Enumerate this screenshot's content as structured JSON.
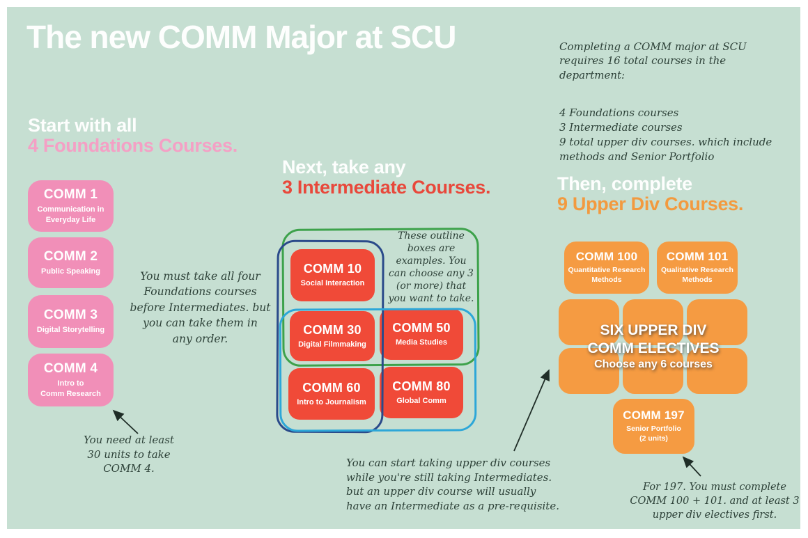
{
  "title": "The new COMM Major at SCU",
  "intro_note": {
    "para1": "Completing a COMM major at SCU\nrequires 16 total courses in the\ndepartment:",
    "para2": "4 Foundations courses\n3 Intermediate courses\n9 total upper div courses. which include\nmethods and Senior Portfolio"
  },
  "foundations": {
    "heading_line1": "Start with all",
    "heading_line2": "4 Foundations Courses.",
    "courses": [
      {
        "code": "COMM 1",
        "name": "Communication in\nEveryday Life"
      },
      {
        "code": "COMM 2",
        "name": "Public Speaking"
      },
      {
        "code": "COMM 3",
        "name": "Digital Storytelling"
      },
      {
        "code": "COMM 4",
        "name": "Intro to\nComm Research"
      }
    ],
    "order_note": "You must take all four\nFoundations courses\nbefore Intermediates. but\nyou can take them in\nany order.",
    "units_note": "You need at least\n30 units to take\nCOMM 4."
  },
  "intermediates": {
    "heading_line1": "Next, take any",
    "heading_line2": "3 Intermediate Courses.",
    "courses": [
      {
        "code": "COMM 10",
        "name": "Social Interaction"
      },
      {
        "code": "COMM 30",
        "name": "Digital Filmmaking"
      },
      {
        "code": "COMM 50",
        "name": "Media Studies"
      },
      {
        "code": "COMM 60",
        "name": "Intro to Journalism"
      },
      {
        "code": "COMM 80",
        "name": "Global Comm"
      }
    ],
    "outline_note": "These outline\nboxes are\nexamples. You\ncan choose any 3\n(or more) that\nyou want to take."
  },
  "upper_div": {
    "heading_line1": "Then, complete",
    "heading_line2": "9 Upper Div Courses.",
    "methods_courses": [
      {
        "code": "COMM 100",
        "name": "Quantitative Research\nMethods"
      },
      {
        "code": "COMM 101",
        "name": "Qualitative Research\nMethods"
      }
    ],
    "electives": {
      "line1": "SIX UPPER DIV",
      "line2": "COMM ELECTIVES",
      "line3": "Choose any 6 courses",
      "slot_count": 6
    },
    "capstone": {
      "code": "COMM 197",
      "name": "Senior Portfolio",
      "units": "(2 units)"
    },
    "start_note": "You can start taking upper div courses\nwhile you're still taking Intermediates.\nbut an upper div course will usually\nhave an Intermediate as a pre-requisite.",
    "capstone_note": "For 197. You must complete\nCOMM 100 + 101. and at least 3\nupper div electives first."
  },
  "colors": {
    "background": "#c6dfd2",
    "pink_card": "#f18fb8",
    "red_card": "#f04a38",
    "orange_card": "#f59b42",
    "heading_white": "#fdfefd",
    "heading_pink": "#f4a0c5",
    "heading_red": "#e8483b",
    "heading_orange": "#f29a3f",
    "outline_green": "#3da24b",
    "outline_navy": "#2a4a8a",
    "outline_blue": "#2da7d8",
    "handwriting_ink": "#2d4138"
  }
}
